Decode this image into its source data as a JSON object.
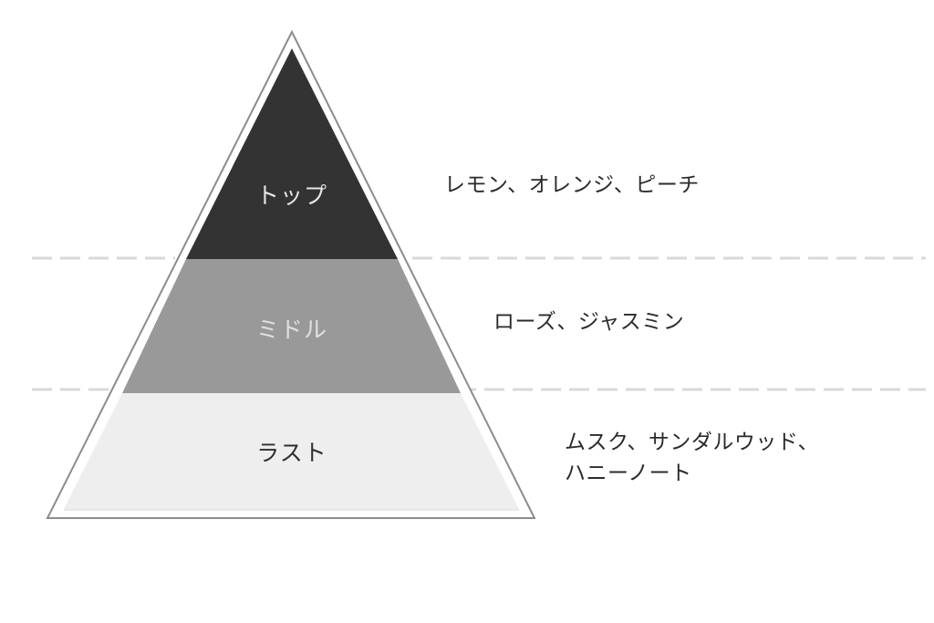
{
  "diagram": {
    "type": "fragrance-note-pyramid",
    "colors": {
      "top_fill": "#333333",
      "middle_fill": "#999999",
      "base_fill": "#eeeeee",
      "outline": "#8c8c8c",
      "dash": "#d9d9d9"
    },
    "bands": [
      {
        "id": "top",
        "label": "トップ",
        "label_color": "#e6e6e6",
        "notes_lines": [
          "レモン、オレンジ、ピーチ"
        ]
      },
      {
        "id": "middle",
        "label": "ミドル",
        "label_color": "#e0e0e0",
        "notes_lines": [
          "ローズ、ジャスミン"
        ]
      },
      {
        "id": "last",
        "label": "ラスト",
        "label_color": "#2f2f2f",
        "notes_lines": [
          "ムスク、サンダルウッド、",
          "ハニーノート"
        ]
      }
    ]
  }
}
